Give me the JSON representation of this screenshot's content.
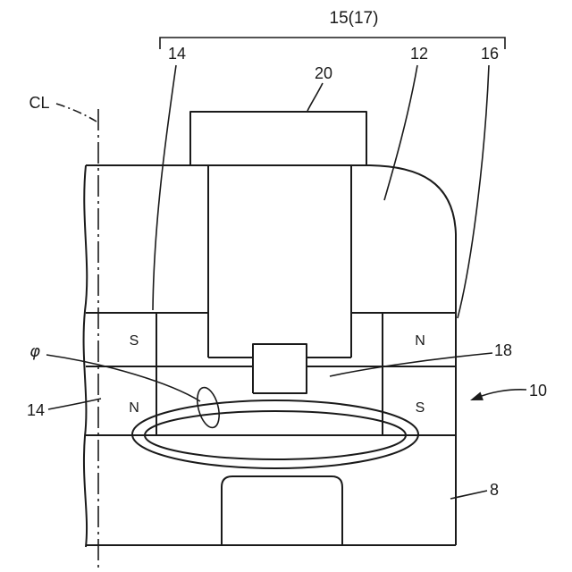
{
  "figure": {
    "colors": {
      "ink": "#1a1a1a",
      "paper": "#ffffff"
    },
    "brace_label": "15(17)",
    "labels": {
      "ref_14_top": "14",
      "ref_20": "20",
      "ref_12": "12",
      "ref_16": "16",
      "centerline": "CL",
      "flux_phi": "φ",
      "ref_14_left": "14",
      "ref_18": "18",
      "ref_10": "10",
      "ref_8": "8"
    },
    "poles": {
      "upper_left": "S",
      "upper_right": "N",
      "lower_left": "N",
      "lower_right": "S"
    }
  }
}
